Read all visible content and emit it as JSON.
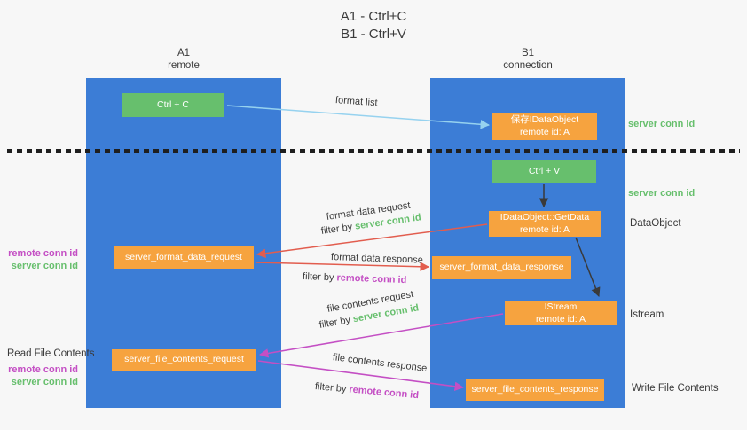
{
  "title": {
    "line1": "A1 - Ctrl+C",
    "line2": "B1 - Ctrl+V"
  },
  "lanes": {
    "left": {
      "name": "A1",
      "subtitle": "remote"
    },
    "right": {
      "name": "B1",
      "subtitle": "connection"
    }
  },
  "nodes": {
    "ctrl_c": {
      "label": "Ctrl + C"
    },
    "save_dataobject": {
      "line1": "保存IDataObject",
      "line2": "remote id: A"
    },
    "ctrl_v": {
      "label": "Ctrl + V"
    },
    "getdata": {
      "line1": "IDataObject::GetData",
      "line2": "remote id: A"
    },
    "format_request": {
      "label": "server_format_data_request"
    },
    "format_response": {
      "label": "server_format_data_response"
    },
    "istream": {
      "line1": "IStream",
      "line2": "remote id: A"
    },
    "file_request": {
      "label": "server_file_contents_request"
    },
    "file_response": {
      "label": "server_file_contents_response"
    }
  },
  "arrows": {
    "format_list": {
      "label": "format list"
    },
    "format_data_request": {
      "label": "format data request",
      "filter_prefix": "filter by",
      "filter_key": "server conn id"
    },
    "format_data_response": {
      "label": "format data response",
      "filter_prefix": "filter by",
      "filter_key": "remote conn id"
    },
    "file_contents_request": {
      "label": "file contents request",
      "filter_prefix": "filter by",
      "filter_key": "server conn id"
    },
    "file_contents_response": {
      "label": "file contents response",
      "filter_prefix": "filter by",
      "filter_key": "remote conn id"
    }
  },
  "side_labels": {
    "server_conn_id_top": "server conn id",
    "server_conn_id_mid": "server conn id",
    "dataobject": "DataObject",
    "istream": "Istream",
    "write_file_contents": "Write File Contents",
    "read_file_contents": "Read File Contents",
    "left_group_1": {
      "remote": "remote conn id",
      "server": "server conn id"
    },
    "left_group_2": {
      "remote": "remote conn id",
      "server": "server conn id"
    }
  },
  "colors": {
    "background": "#f7f7f7",
    "lane_blue": "#3c7dd6",
    "green": "#67bf6d",
    "orange": "#f6a33f",
    "magenta": "#c44fc4",
    "red": "#e25d4e",
    "light_blue": "#96d2ef",
    "ink": "#3a3a3a"
  }
}
